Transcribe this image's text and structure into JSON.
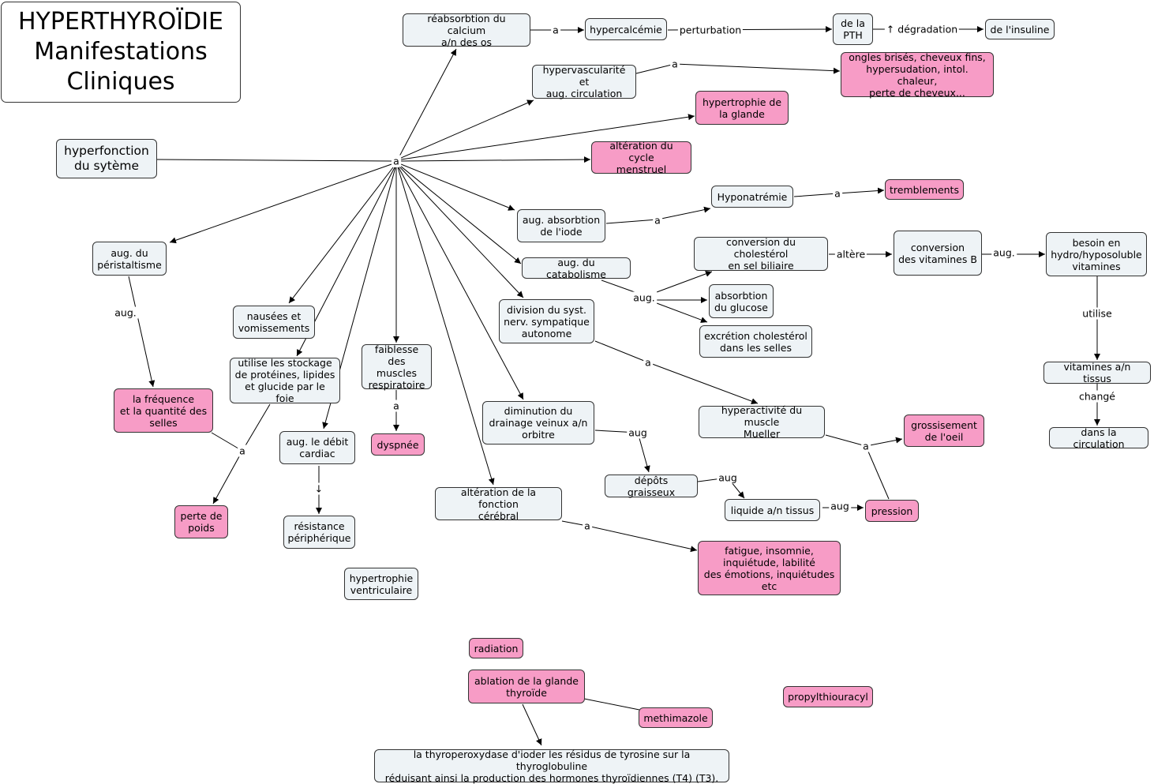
{
  "title": "HYPERTHYROÏDIE\nManifestations\nCliniques",
  "nodes": {
    "hyperfonction": "hyperfonction\ndu sytème",
    "reabsorption": "réabsorbtion du calcium\na/n des os",
    "hypercalcemie": "hypercalcémie",
    "pth": "de la\nPTH",
    "insuline": "de l'insuline",
    "hypervasc": "hypervascularité et\naug. circulation",
    "ongles": "ongles brisés, cheveux fins,\nhypersudation, intol. chaleur,\nperte de cheveux...",
    "hypertrophie_glande": "hypertrophie de\nla glande",
    "cycle": "altération du cycle\nmenstruel",
    "iode": "aug. absorbtion\nde l'iode",
    "hyponatremie": "Hyponatrémie",
    "tremblements": "tremblements",
    "catabolisme": "aug. du catabolisme",
    "conversion_chol": "conversion du cholestérol\nen sel biliaire",
    "conversion_vit": "conversion\ndes vitamines B",
    "besoin": "besoin en\nhydro/hyposoluble\nvitamines",
    "vit_tissus": "vitamines a/n tissus",
    "circulation": "dans la circulation",
    "glucose": "absorbtion\ndu glucose",
    "excretion": "excrétion cholestérol\ndans les selles",
    "peristaltisme": "aug. du\npéristaltisme",
    "frequence": "la fréquence\net la quantité des\nselles",
    "perte_poids": "perte de\npoids",
    "nausees": "nausées et\nvomissements",
    "stockage": "utilise les stockage\nde protéines, lipides\net glucide par le foie",
    "debit": "aug. le débit\ncardiac",
    "resistance": "résistance\npériphérique",
    "hypertrophie_vent": "hypertrophie\nventriculaire",
    "faiblesse": "faiblesse\ndes muscles\nrespiratoire",
    "dyspnee": "dyspnée",
    "division": "division du syst.\nnerv. sympatique\nautonome",
    "drainage": "diminution du\ndrainage veinux a/n\norbitre",
    "depots": "dépôts graisseux",
    "liquide": "liquide a/n tissus",
    "pression": "pression",
    "mueller": "hyperactivité du muscle\nMueller",
    "grossissement": "grossisement\nde l'oeil",
    "cerebral": "altération de la fonction\ncérébral",
    "fatigue": "fatigue, insomnie,\ninquiétude, labilité\ndes émotions, inquiétudes\netc",
    "radiation": "radiation",
    "ablation": "ablation de la glande\nthyroïde",
    "methimazole": "methimazole",
    "propyl": "propylthiouracyl",
    "thyroperox": "la thyroperoxydase d'ioder les résidus de tyrosine sur la thyroglobuline\nréduisant ainsi la production des hormones thyroïdiennes (T4)  (T3)."
  },
  "link_labels": {
    "hub": "a",
    "reab_hyper": "a",
    "perturbation": "perturbation",
    "degradation": "↑ dégradation",
    "hypervasc_ongles": "a",
    "iode_hypo": "a",
    "hypo_tremb": "a",
    "catab_aug": "aug.",
    "altere": "altère",
    "aug_vit": "aug.",
    "utilise": "utilise",
    "change": "changé",
    "peri_aug": "aug.",
    "perte_a": "a",
    "debit_arrow": "↓",
    "faiblesse_a": "a",
    "division_a": "a",
    "drainage_aug": "aug",
    "depots_aug": "aug",
    "liquide_aug": "aug",
    "oeil_a": "a",
    "cerebral_a": "a"
  }
}
